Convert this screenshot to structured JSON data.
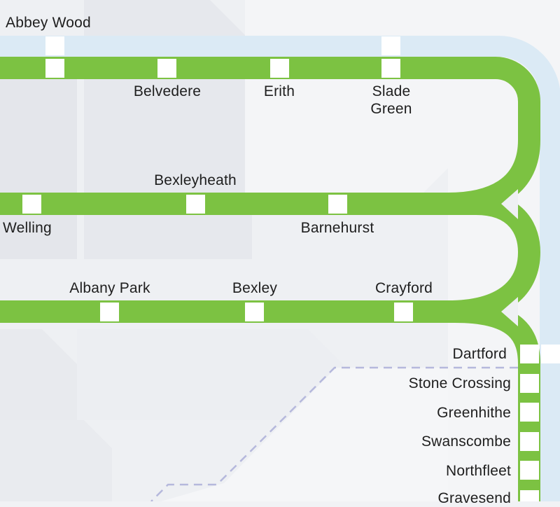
{
  "colors": {
    "line": "#7cc242",
    "secondary_line": "#dbeaf5",
    "boundary": "#b5b8dc",
    "background": "#f1f2f5",
    "station_fill": "#ffffff",
    "label_text": "#1e1e1e"
  },
  "stations": {
    "abbey_wood": "Abbey Wood",
    "belvedere": "Belvedere",
    "erith": "Erith",
    "slade_green_1": "Slade",
    "slade_green_2": "Green",
    "bexleyheath": "Bexleyheath",
    "welling": "Welling",
    "barnehurst": "Barnehurst",
    "albany_park": "Albany Park",
    "bexley": "Bexley",
    "crayford": "Crayford",
    "dartford": "Dartford",
    "stone_crossing": "Stone Crossing",
    "greenhithe": "Greenhithe",
    "swanscombe": "Swanscombe",
    "northfleet": "Northfleet",
    "gravesend": "Gravesend"
  }
}
